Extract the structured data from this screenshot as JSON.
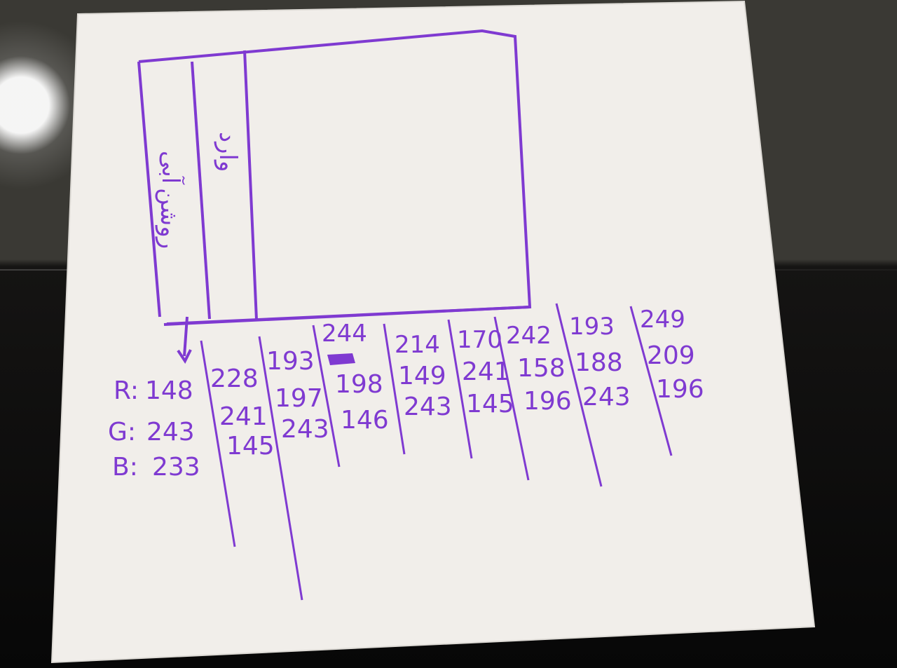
{
  "scene": {
    "paper_color": "#f1eeea",
    "ink_color": "#7f3ad1",
    "background_color": "#0b0a09"
  },
  "sketch": {
    "panel_1_text": "آبی",
    "panel_2_text": "وارد",
    "panel_3_text": "",
    "left_note_top": "آبی",
    "left_note_bottom": "روشن"
  },
  "labels": {
    "r": "R:",
    "g": "G:",
    "b": "B:"
  },
  "columns": [
    {
      "r": "148",
      "g": "243",
      "b": "233"
    },
    {
      "r": "228",
      "g": "241",
      "b": "145"
    },
    {
      "r": "193",
      "g": "197",
      "b": "243"
    },
    {
      "r": "244",
      "g": "198",
      "b": "146"
    },
    {
      "r": "214",
      "g": "149",
      "b": "243"
    },
    {
      "r": "170",
      "g": "241",
      "b": "145"
    },
    {
      "r": "242",
      "g": "158",
      "b": "196"
    },
    {
      "r": "193",
      "g": "188",
      "b": "243"
    },
    {
      "r": "249",
      "g": "209",
      "b": "196"
    }
  ]
}
